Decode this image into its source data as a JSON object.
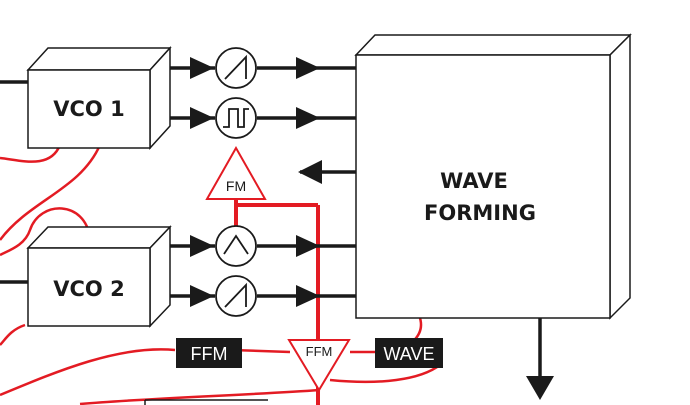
{
  "colors": {
    "stroke": "#1a1a1a",
    "signal": "#e31b23",
    "tag_bg": "#1a1a1a",
    "tag_text": "#ffffff",
    "box_fill": "#ffffff"
  },
  "blocks": {
    "vco1": {
      "label": "VCO 1"
    },
    "vco2": {
      "label": "VCO 2"
    },
    "wave_forming": {
      "line1": "WAVE",
      "line2": "FORMING"
    }
  },
  "amplifiers": {
    "fm": {
      "label": "FM"
    },
    "ffm": {
      "label": "FFM"
    }
  },
  "tags": {
    "ffm": {
      "label": "FFM"
    },
    "wave": {
      "label": "WAVE"
    }
  },
  "waveform_icons": [
    "saw-icon",
    "square-icon",
    "triangle-icon",
    "saw-icon"
  ]
}
